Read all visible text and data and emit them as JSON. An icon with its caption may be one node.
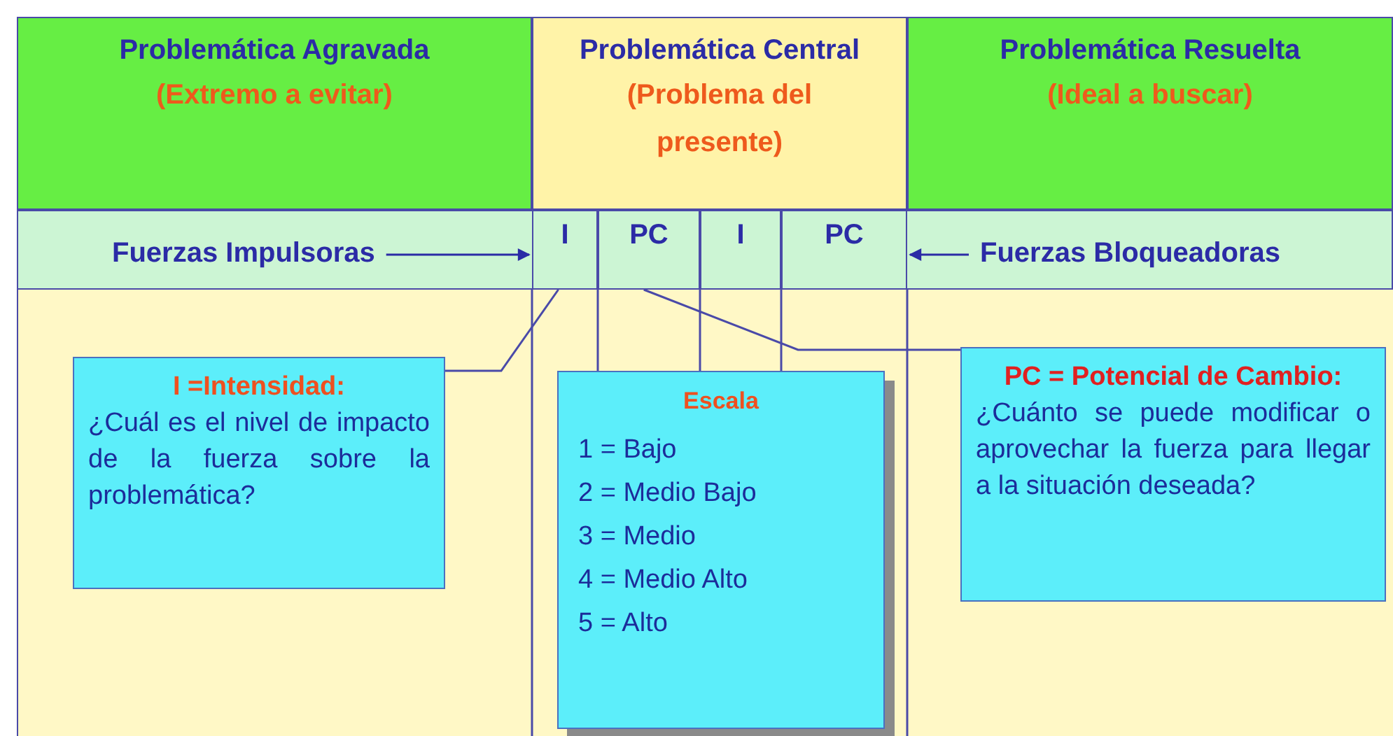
{
  "diagram": {
    "nodes": [
      {
        "text": [
          "Problemática Agravada",
          "(Extremo a evitar)"
        ]
      },
      {
        "text": [
          "Problemática Central",
          "(Problema del presente)"
        ]
      },
      {
        "text": [
          "Problemática Resuelta",
          "(Ideal a buscar)"
        ]
      },
      {
        "text": [
          "Fuerzas Impulsoras"
        ]
      },
      {
        "text": [
          "I"
        ]
      },
      {
        "text": [
          "PC"
        ]
      },
      {
        "text": [
          "I"
        ]
      },
      {
        "text": [
          "PC"
        ]
      },
      {
        "text": [
          "Fuerzas Bloqueadoras"
        ]
      },
      {
        "text": [
          "I =Intensidad:",
          "¿Cuál es el nivel de impacto de la fuerza sobre la problemática?"
        ]
      },
      {
        "text": [
          "Escala",
          "1 = Bajo",
          "2 = Medio Bajo",
          "3 = Medio",
          "4 = Medio Alto",
          "5 = Alto"
        ]
      },
      {
        "text": [
          "PC = Potencial de Cambio:",
          "¿Cuánto se puede modificar o aprovechar la fuerza para llegar a la situación deseada?"
        ]
      }
    ],
    "edges": [
      {
        "from": 3,
        "to": 4,
        "arrow": "to"
      },
      {
        "from": 8,
        "to": 7,
        "arrow": "to"
      },
      {
        "from": 9,
        "to": 4,
        "arrow": "none"
      },
      {
        "from": 11,
        "to": 5,
        "arrow": "none"
      }
    ]
  }
}
